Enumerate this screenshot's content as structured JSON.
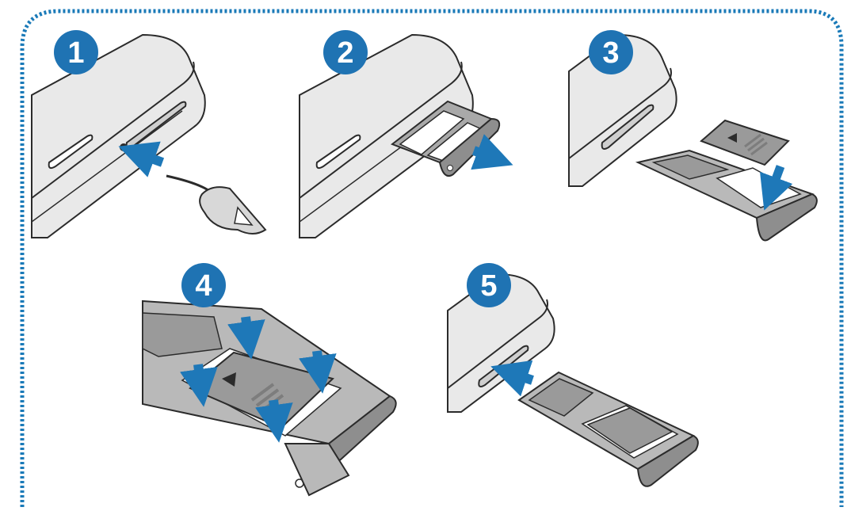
{
  "colors": {
    "border": "#1a7ab8",
    "badge": "#1f73b3",
    "arrow": "#1e78b8",
    "outline": "#2b2b2b",
    "device_body": "#e9e9e9",
    "device_edge": "#d2d2d2",
    "tray": "#b9b9b9",
    "tray_dark": "#8e8e8e",
    "card": "#9a9a9a",
    "card_dark": "#7d7d7d"
  },
  "steps": [
    {
      "number": "1",
      "action": "insert-ejection-pin"
    },
    {
      "number": "2",
      "action": "pull-out-tray"
    },
    {
      "number": "3",
      "action": "place-card-on-tray"
    },
    {
      "number": "4",
      "action": "press-card-into-tray"
    },
    {
      "number": "5",
      "action": "insert-tray-into-slot"
    }
  ]
}
